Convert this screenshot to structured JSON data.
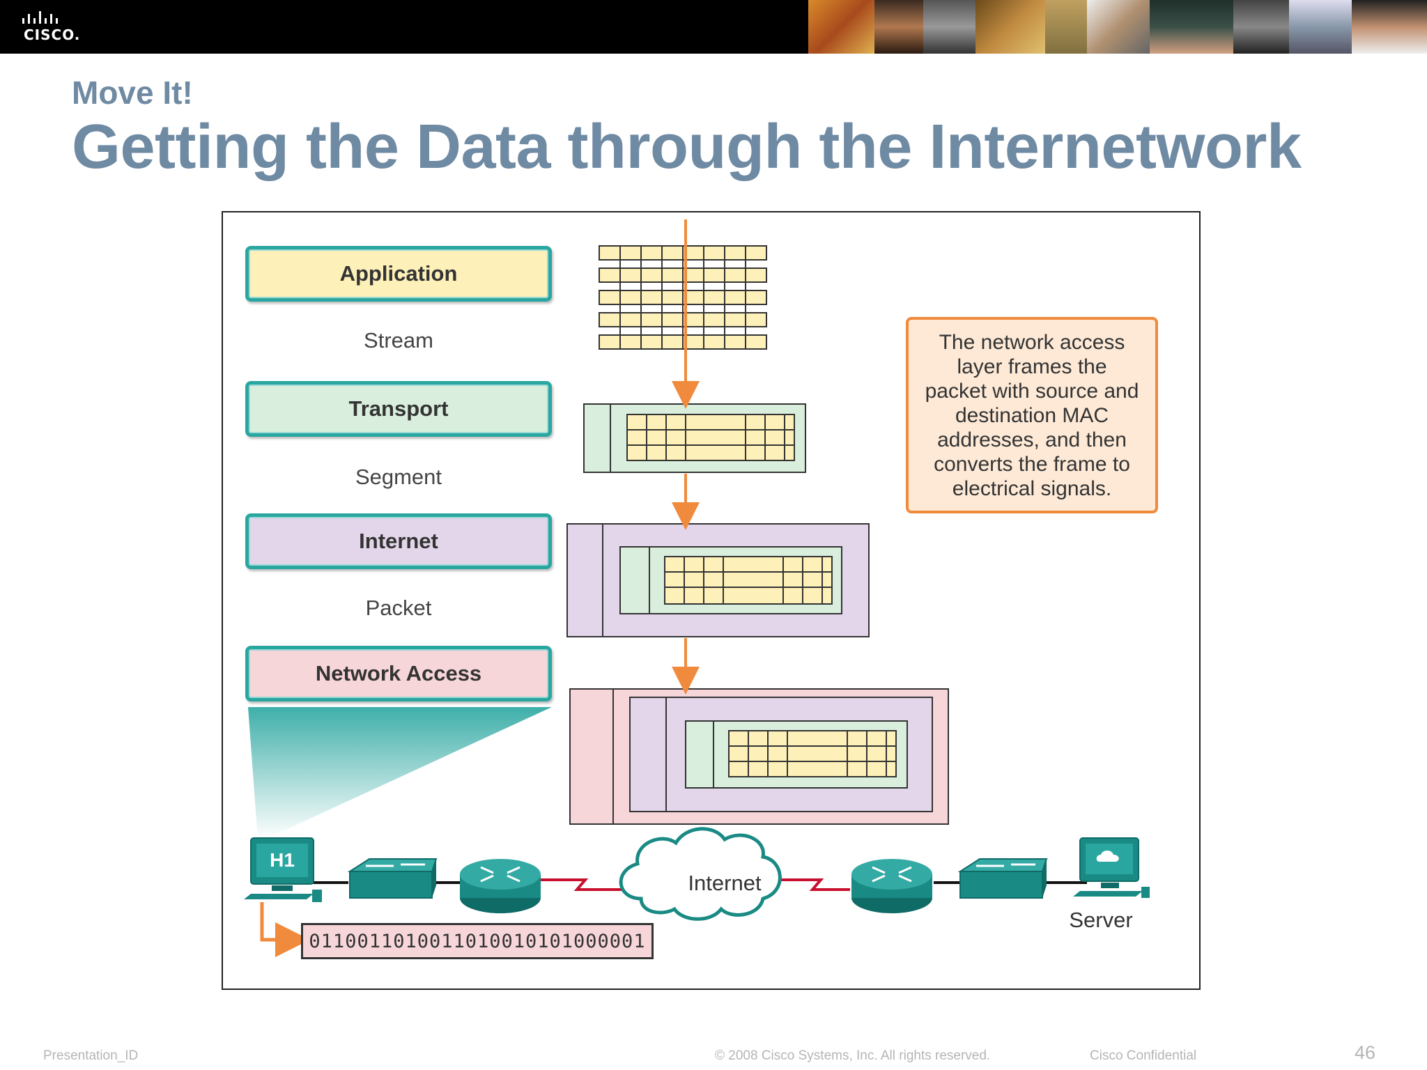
{
  "header": {
    "logo_text": "CISCO."
  },
  "slide": {
    "subtitle": "Move It!",
    "title": "Getting the Data through the Internetwork"
  },
  "layers": [
    {
      "name": "Application",
      "pdu": "Stream",
      "color": "#fdf0b8"
    },
    {
      "name": "Transport",
      "pdu": "Segment",
      "color": "#d9eedd"
    },
    {
      "name": "Internet",
      "pdu": "Packet",
      "color": "#e3d6ea"
    },
    {
      "name": "Network Access",
      "color": "#f7d6da"
    }
  ],
  "callout": {
    "text": "The network access layer frames the packet with source and destination MAC addresses, and then converts the frame to electrical signals."
  },
  "network": {
    "host_label": "H1",
    "cloud_label": "Internet",
    "server_label": "Server",
    "bits": "0110011010011010010101000001"
  },
  "colors": {
    "teal": "#1a8a84",
    "orange_arrow": "#f08a3c",
    "wan_link": "#c8102e",
    "title_blue": "#6f8aa3"
  },
  "footer": {
    "presentation_id": "Presentation_ID",
    "copyright": "© 2008 Cisco Systems, Inc. All rights reserved.",
    "confidential": "Cisco Confidential",
    "page_number": "46"
  }
}
